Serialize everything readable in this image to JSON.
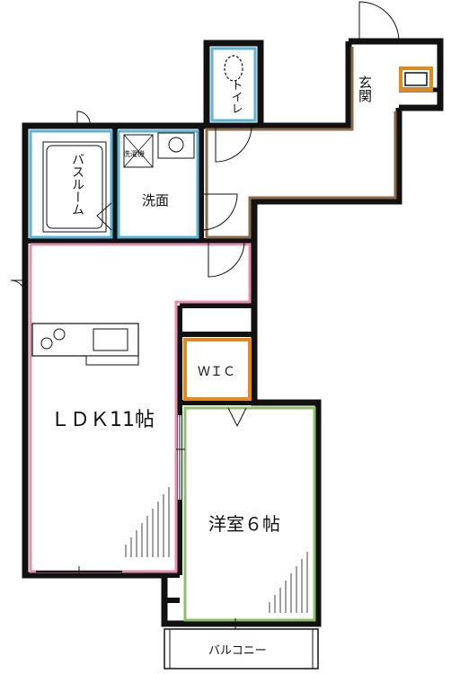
{
  "rooms": {
    "genkan": "玄関",
    "toilet": "トイレ",
    "bathroom": "バスルーム",
    "washroom": "洗面",
    "washing_machine": "洗濯機",
    "ldk": "ＬＤＫ11帖",
    "wic": "ＷＩＣ",
    "western_room": "洋室６帖",
    "balcony": "バルコニー"
  },
  "colors": {
    "wall": "#111111",
    "bath_outline": "#5ab4d6",
    "toilet_outline": "#5ab4d6",
    "hall_outline": "#8a6a4a",
    "ldk_outline": "#e58fb0",
    "wic_outline": "#e08a1e",
    "western_outline": "#8cc06a",
    "genkan_box": "#e08a1e"
  }
}
